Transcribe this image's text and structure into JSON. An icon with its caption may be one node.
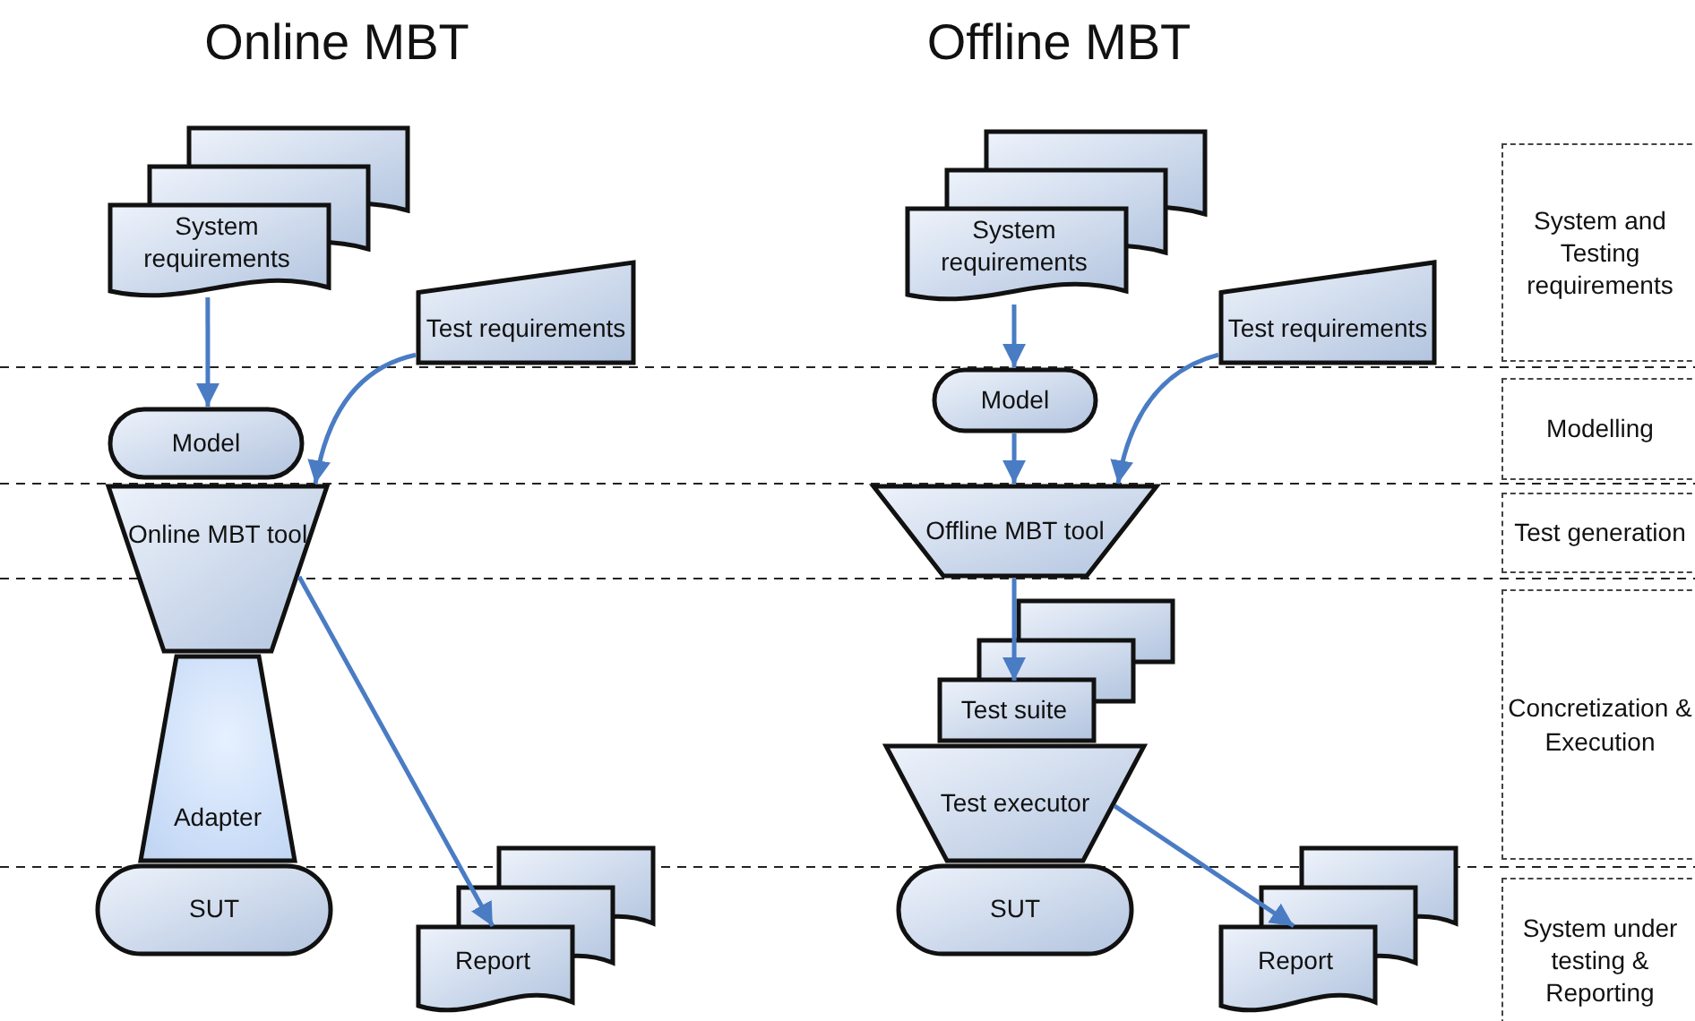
{
  "diagram": {
    "nodes": [
      {
        "text": [
          "System requirements"
        ]
      },
      {
        "text": [
          "Test requirements"
        ]
      },
      {
        "text": [
          "Model"
        ]
      },
      {
        "text": [
          "Online MBT tool"
        ]
      },
      {
        "text": [
          "Adapter"
        ]
      },
      {
        "text": [
          "SUT"
        ]
      },
      {
        "text": [
          "Report"
        ]
      },
      {
        "text": [
          "System requirements"
        ]
      },
      {
        "text": [
          "Test requirements"
        ]
      },
      {
        "text": [
          "Model"
        ]
      },
      {
        "text": [
          "Offline MBT tool"
        ]
      },
      {
        "text": [
          "Test suite"
        ]
      },
      {
        "text": [
          "Test executor"
        ]
      },
      {
        "text": [
          "SUT"
        ]
      },
      {
        "text": [
          "Report"
        ]
      },
      {
        "text": [
          "System and Testing requirements"
        ]
      },
      {
        "text": [
          "Modelling"
        ]
      },
      {
        "text": [
          "Test generation"
        ]
      },
      {
        "text": [
          "Concretization & Execution"
        ]
      },
      {
        "text": [
          "System under testing & Reporting"
        ]
      }
    ],
    "edges": [
      {
        "from": 0,
        "to": 2,
        "arrow": "to"
      },
      {
        "from": 1,
        "to": 3,
        "arrow": "to"
      },
      {
        "from": 3,
        "to": 6,
        "arrow": "to"
      },
      {
        "from": 7,
        "to": 9,
        "arrow": "to"
      },
      {
        "from": 9,
        "to": 10,
        "arrow": "to"
      },
      {
        "from": 8,
        "to": 10,
        "arrow": "to"
      },
      {
        "from": 10,
        "to": 11,
        "arrow": "to"
      },
      {
        "from": 12,
        "to": 14,
        "arrow": "to"
      }
    ],
    "labels": [
      "Online MBT",
      "Offline MBT"
    ]
  }
}
